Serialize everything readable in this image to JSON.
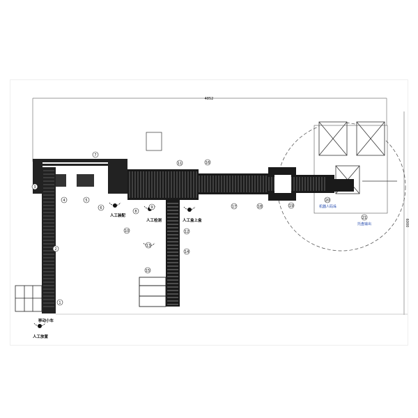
{
  "drawing": {
    "overall_width_dim": "4852",
    "overall_height_dim": "6000",
    "labels": {
      "manual_place": "人工放置",
      "mobile_cart": "移动小车",
      "manual_assembly": "人工装配",
      "manual_check": "人工检测",
      "manual_box": "人工盒上盒",
      "robot_area": "机器人码垛",
      "pallet_out": "托盘输出"
    },
    "station_numbers": [
      "1",
      "2",
      "3",
      "4",
      "5",
      "6",
      "7",
      "8",
      "9",
      "10",
      "11",
      "12",
      "13",
      "14",
      "15",
      "16",
      "17",
      "18",
      "19",
      "20",
      "21"
    ]
  }
}
